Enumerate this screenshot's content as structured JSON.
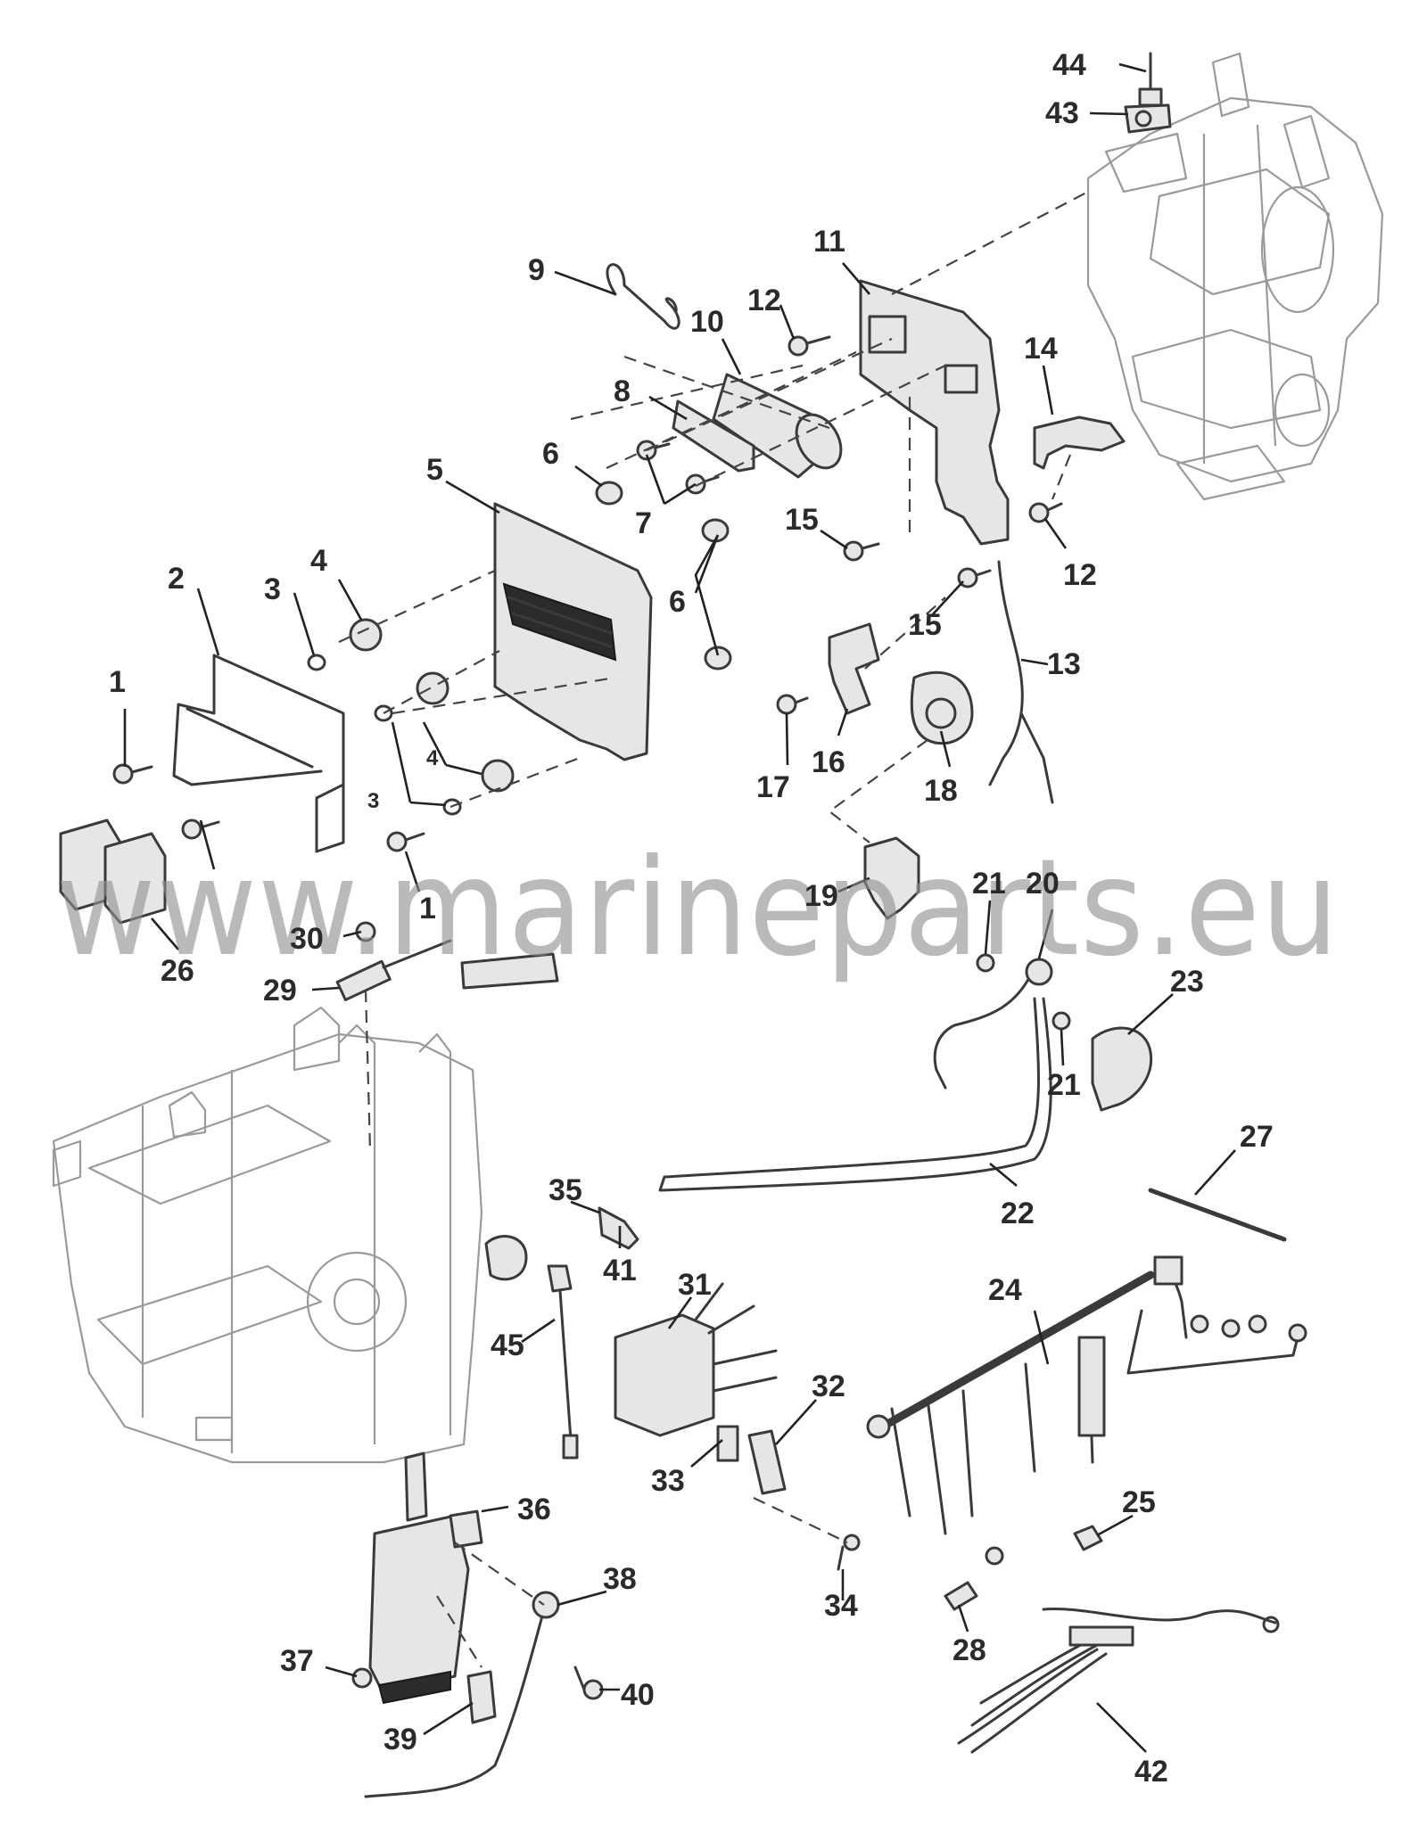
{
  "watermark": {
    "text": "www.marineparts.eu"
  },
  "callouts": [
    "44",
    "43",
    "9",
    "11",
    "12",
    "10",
    "8",
    "14",
    "6",
    "5",
    "7",
    "15",
    "6",
    "12",
    "2",
    "3",
    "4",
    "15",
    "13",
    "1",
    "16",
    "18",
    "17",
    "4",
    "3",
    "26",
    "1",
    "19",
    "21",
    "20",
    "30",
    "29",
    "23",
    "21",
    "27",
    "22",
    "35",
    "41",
    "31",
    "24",
    "45",
    "32",
    "33",
    "25",
    "36",
    "34",
    "38",
    "28",
    "37",
    "40",
    "39",
    "42"
  ],
  "colors": {
    "line": "#3a3a3a",
    "ghost": "#9a9a9a",
    "watermark": "#8f8f8f",
    "background": "#ffffff"
  }
}
